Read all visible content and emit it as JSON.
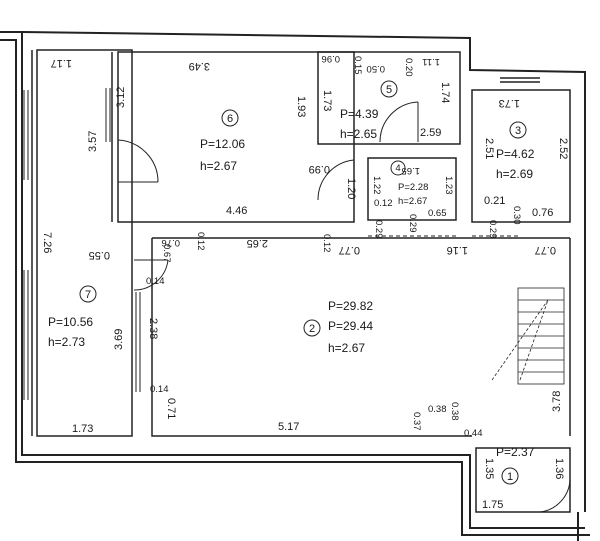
{
  "rooms": [
    {
      "id": "1",
      "area": "P=2.37",
      "height": ""
    },
    {
      "id": "2",
      "area": "P=29.82",
      "area2": "P=29.44",
      "height": "h=2.67"
    },
    {
      "id": "3",
      "area": "P=4.62",
      "height": "h=2.69"
    },
    {
      "id": "4",
      "area": "P=2.28",
      "height": "h=2.67"
    },
    {
      "id": "5",
      "area": "P=4.39",
      "height": "h=2.65"
    },
    {
      "id": "6",
      "area": "P=12.06",
      "height": "h=2.67"
    },
    {
      "id": "7",
      "area": "P=10.56",
      "height": "h=2.73"
    }
  ],
  "dimensions": {
    "d117": "1.17",
    "d349": "3.49",
    "d096": "0.96",
    "d015": "0.15",
    "d111": "1.11",
    "d050": "0.50",
    "d020": "0.20",
    "d173a": "1.73",
    "d174": "1.74",
    "d173b": "1.73",
    "d312": "3.12",
    "d357": "3.57",
    "d193": "1.93",
    "d259": "2.59",
    "d251": "2.51",
    "d252": "2.52",
    "d099": "0.99",
    "d120": "1.20",
    "d165": "1.65",
    "d122": "1.22",
    "d123": "1.23",
    "d012a": "0.12",
    "d446": "4.46",
    "d065": "0.65",
    "d021": "0.21",
    "d030": "0.30",
    "d076a": "0.76",
    "d726": "7.26",
    "d055": "0.55",
    "d076b": "0.76",
    "d012b": "0.12",
    "d265": "2.65",
    "d012c": "0.12",
    "d077a": "0.77",
    "d116": "1.16",
    "d029a": "0.29",
    "d029b": "0.29",
    "d029c": "0.29",
    "d077b": "0.77",
    "d067": "0.67",
    "d014a": "0.14",
    "d238": "2.38",
    "d369": "3.69",
    "d014b": "0.14",
    "d071": "0.71",
    "d173c": "1.73",
    "d517": "5.17",
    "d037": "0.37",
    "d038a": "0.38",
    "d038b": "0.38",
    "d044": "0.44",
    "d378": "3.78",
    "d135": "1.35",
    "d136": "1.36",
    "d175": "1.75"
  }
}
